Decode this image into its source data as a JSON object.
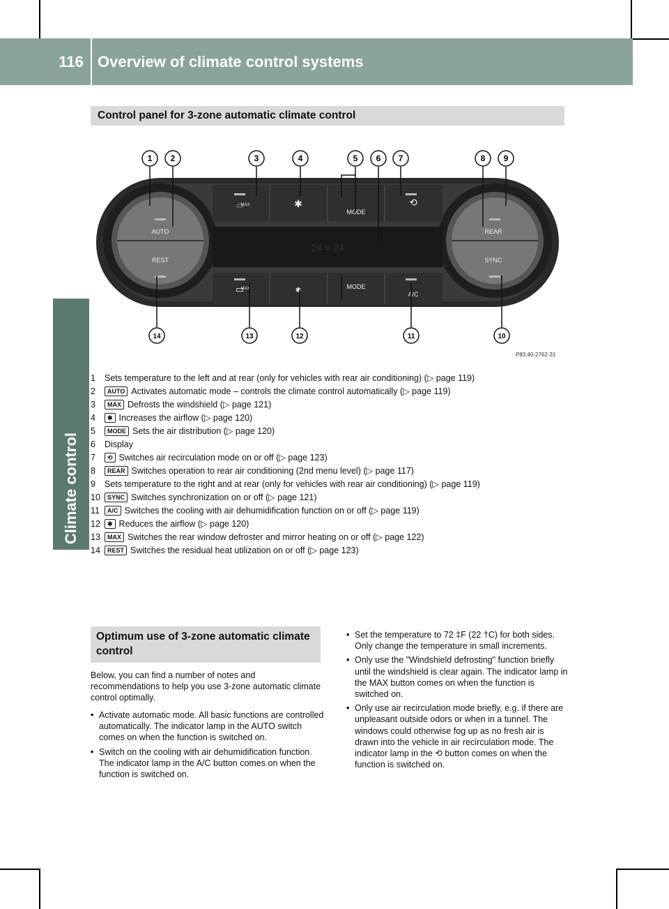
{
  "header": {
    "page_number": "116",
    "title": "Overview of climate control systems"
  },
  "sidebar": {
    "label": "Climate control"
  },
  "section": {
    "heading": "Control panel for 3-zone automatic climate control"
  },
  "figure": {
    "code": "P83.40-2762-31",
    "callouts": [
      "1",
      "2",
      "3",
      "4",
      "5",
      "6",
      "7",
      "8",
      "9",
      "10",
      "11",
      "12",
      "13",
      "14"
    ],
    "buttons": {
      "auto": "AUTO",
      "rest": "REST",
      "mode_up": "MODE",
      "mode_down": "MODE",
      "rear": "REAR",
      "sync": "SYNC",
      "ac": "A/C",
      "max": "MAX"
    }
  },
  "legend": [
    {
      "num": "1",
      "key": "",
      "text": "Sets temperature to the left and at rear (only for vehicles with rear air conditioning) (▷ page 119)"
    },
    {
      "num": "2",
      "key": "AUTO",
      "text": "Activates automatic mode – controls the climate control automatically (▷ page 119)"
    },
    {
      "num": "3",
      "key": "MAX",
      "text": "Defrosts the windshield (▷ page 121)"
    },
    {
      "num": "4",
      "key": "✱",
      "text": "Increases the airflow (▷ page 120)"
    },
    {
      "num": "5",
      "key": "MODE",
      "text": "Sets the air distribution (▷ page 120)"
    },
    {
      "num": "6",
      "key": "",
      "text": "Display"
    },
    {
      "num": "7",
      "key": "⟲",
      "text": "Switches air recirculation mode on or off (▷ page 123)"
    },
    {
      "num": "8",
      "key": "REAR",
      "text": "Switches operation to rear air conditioning (2nd menu level) (▷ page 117)"
    },
    {
      "num": "9",
      "key": "",
      "text": "Sets temperature to the right and at rear (only for vehicles with rear air conditioning) (▷ page 119)"
    },
    {
      "num": "10",
      "key": "SYNC",
      "text": "Switches synchronization on or off (▷ page 121)"
    },
    {
      "num": "11",
      "key": "A/C",
      "text": "Switches the cooling with air dehumidification function on or off (▷ page 119)"
    },
    {
      "num": "12",
      "key": "✱",
      "text": "Reduces the airflow (▷ page 120)"
    },
    {
      "num": "13",
      "key": "MAX",
      "text": "Switches the rear window defroster and mirror heating on or off (▷ page 122)"
    },
    {
      "num": "14",
      "key": "REST",
      "text": "Switches the residual heat utilization on or off (▷ page 123)"
    }
  ],
  "optimum": {
    "heading": "Optimum use of 3-zone automatic climate control",
    "intro": "Below, you can find a number of notes and recommendations to help you use 3-zone automatic climate control optimally.",
    "bullets_left": [
      "Activate automatic mode. All basic functions are controlled automatically. The indicator lamp in the AUTO switch comes on when the function is switched on.",
      "Switch on the cooling with air dehumidification function. The indicator lamp in the A/C button comes on when the function is switched on."
    ],
    "bullets_right": [
      "Set the temperature to 72 ‡F (22 †C) for both sides. Only change the temperature in small increments.",
      "Only use the \"Windshield defrosting\" function briefly until the windshield is clear again. The indicator lamp in the MAX button comes on when the function is switched on.",
      "Only use air recirculation mode briefly, e.g. if there are unpleasant outside odors or when in a tunnel. The windows could otherwise fog up as no fresh air is drawn into the vehicle in air recirculation mode. The indicator lamp in the ⟲ button comes on when the function is switched on."
    ]
  }
}
